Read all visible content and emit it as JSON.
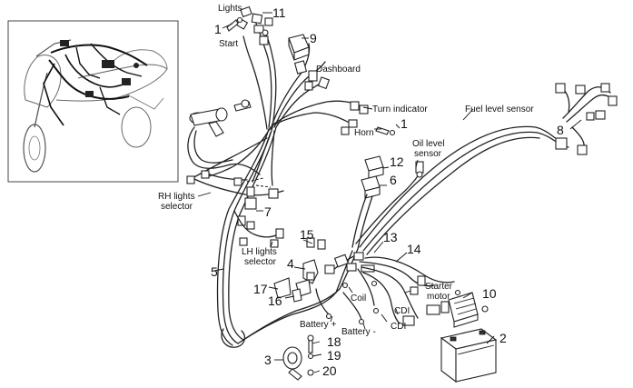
{
  "callouts": [
    "1",
    "2",
    "3",
    "4",
    "5",
    "6",
    "7",
    "8",
    "9",
    "10",
    "11",
    "12",
    "13",
    "14",
    "15",
    "16",
    "17",
    "18",
    "19",
    "20",
    "1"
  ],
  "labels": {
    "lights": "Lights",
    "start": "Start",
    "dashboard": "Dashboard",
    "turn_indicator": "Turn indicator",
    "horn": "Horn",
    "fuel_level_sensor": "Fuel level sensor",
    "oil_level_sensor_1": "Oil level",
    "oil_level_sensor_2": "sensor",
    "rh_lights_selector_1": "RH lights",
    "rh_lights_selector_2": "selector",
    "lh_lights_selector_1": "LH lights",
    "lh_lights_selector_2": "selector",
    "starter_motor_1": "Starter",
    "starter_motor_2": "motor",
    "coil": "Coil",
    "cdi_1": "CDI",
    "cdi_2": "CDI",
    "battery_plus": "Battery +",
    "battery_minus": "Battery -"
  }
}
